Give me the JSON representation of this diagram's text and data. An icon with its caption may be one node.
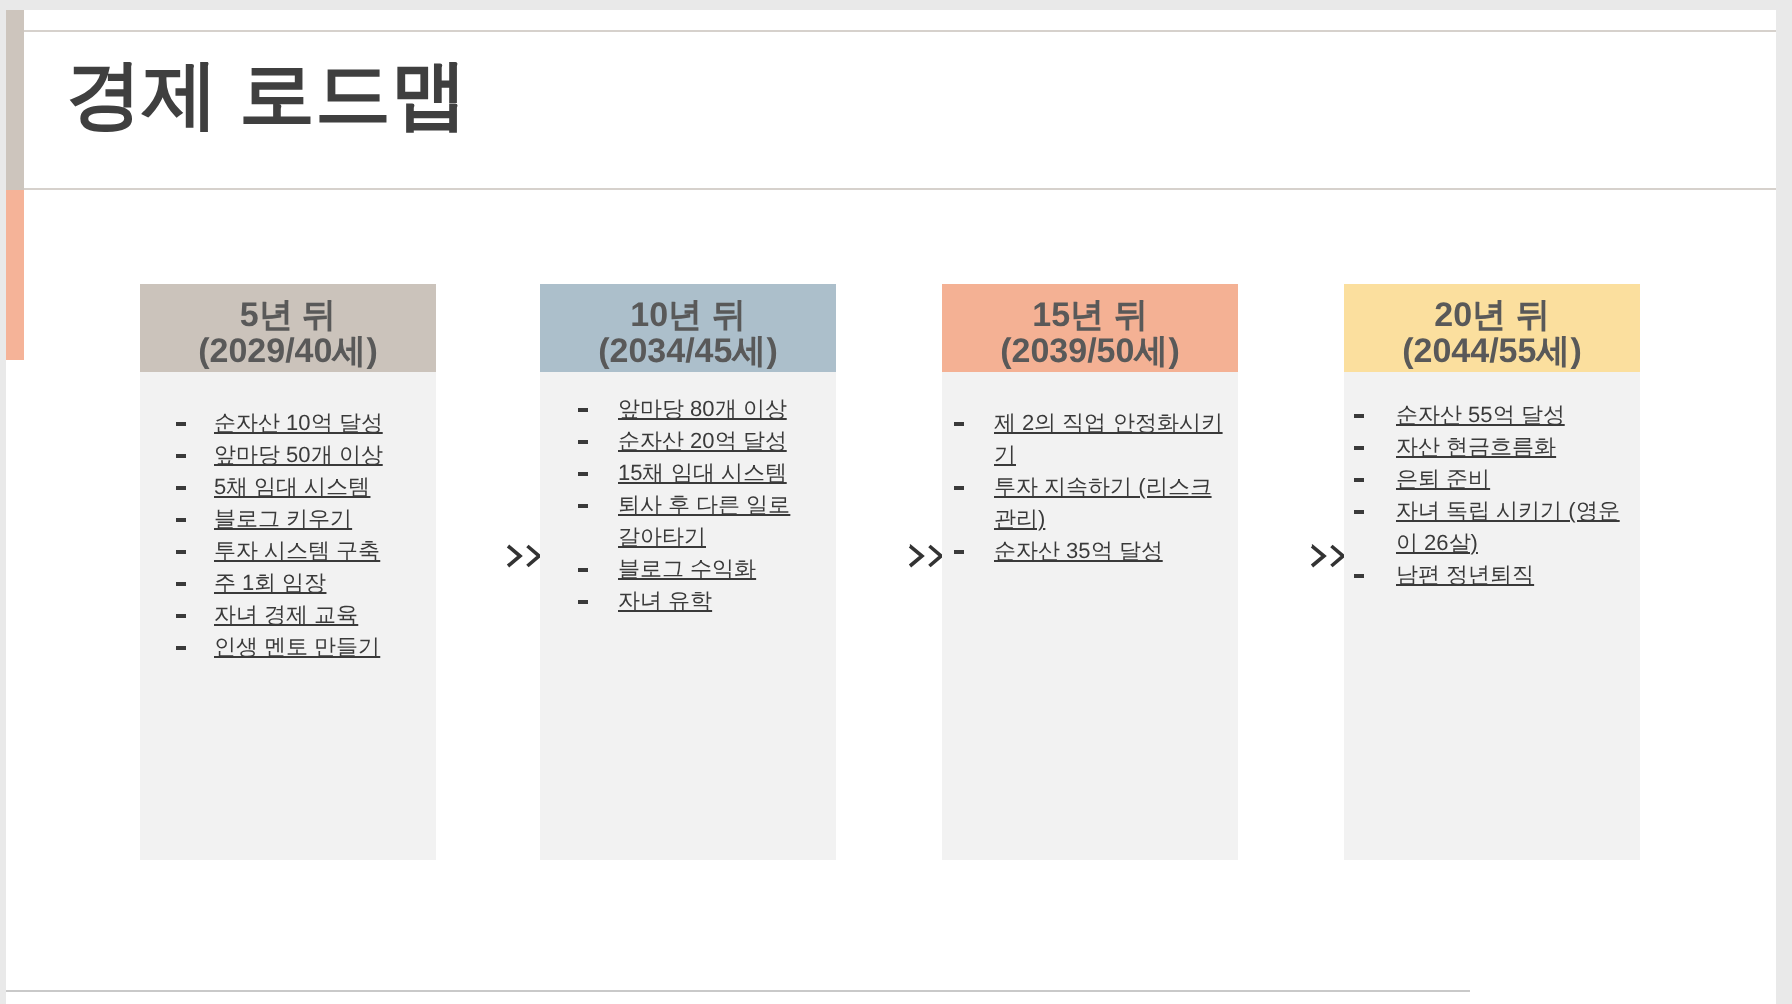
{
  "diagram": {
    "title": "경제 로드맵",
    "nodes": [
      {
        "text": [
          "5년 뒤 (2029/40세)"
        ]
      },
      {
        "text": [
          "순자산 10억 달성",
          "앞마당 50개 이상",
          "5채 임대 시스템",
          "블로그 키우기",
          "투자 시스템 구축",
          "주 1회 임장",
          "자녀 경제 교육",
          "인생 멘토 만들기"
        ]
      },
      {
        "text": [
          "10년 뒤 (2034/45세)"
        ]
      },
      {
        "text": [
          "앞마당 80개 이상",
          "순자산 20억 달성",
          "15채 임대 시스템",
          "퇴사 후 다른 일로 갈아타기",
          "블로그 수익화",
          "자녀 유학"
        ]
      },
      {
        "text": [
          "15년 뒤 (2039/50세)"
        ]
      },
      {
        "text": [
          "제 2의 직업 안정화시키기",
          "투자 지속하기 (리스크 관리)",
          "순자산 35억 달성"
        ]
      },
      {
        "text": [
          "20년 뒤 (2044/55세)"
        ]
      },
      {
        "text": [
          "순자산 55억 달성",
          "자산 현금흐름화",
          "은퇴 준비",
          "자녀 독립 시키기 (영운이 26살)",
          "남편 정년퇴직"
        ]
      }
    ],
    "edges": [
      {
        "from": 1,
        "to": 3,
        "arrow": "to"
      },
      {
        "from": 3,
        "to": 5,
        "arrow": "to"
      },
      {
        "from": 5,
        "to": 7,
        "arrow": "to"
      }
    ]
  }
}
